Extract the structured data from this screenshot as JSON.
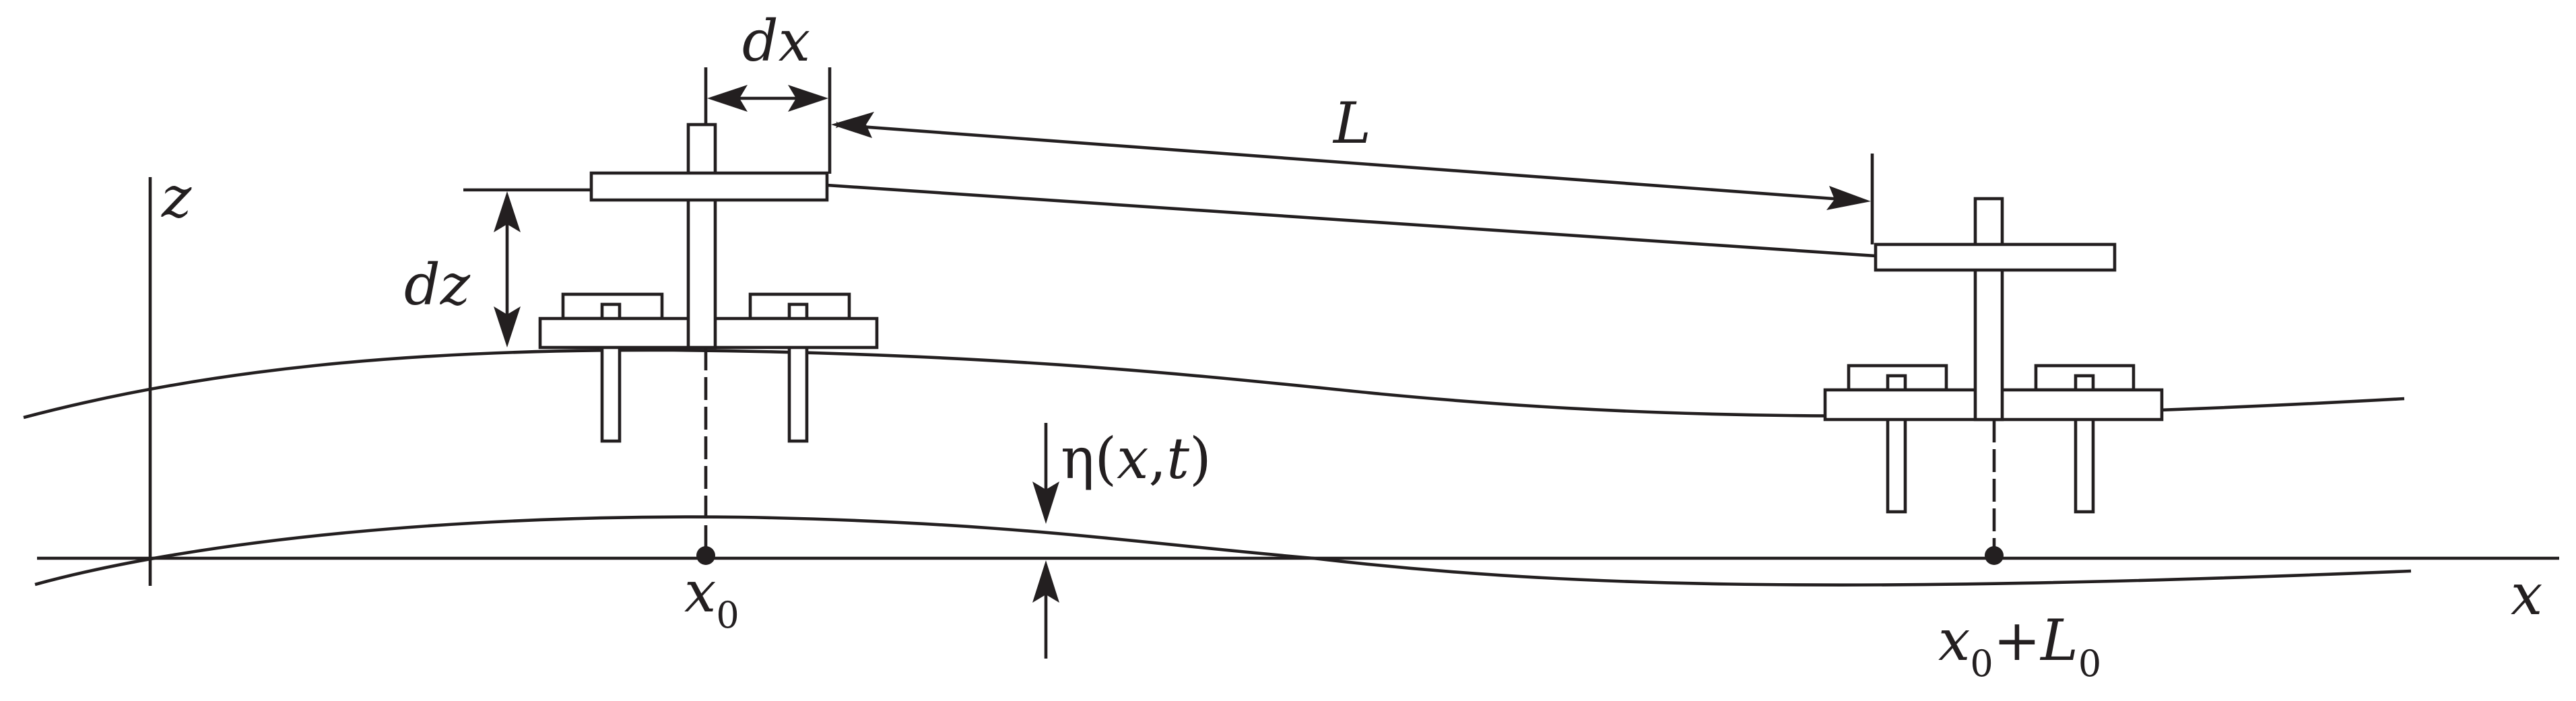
{
  "labels": {
    "z_axis": "z",
    "x_axis": "x",
    "dx": "dx",
    "dz": "dz",
    "L": "L",
    "eta_symbol": "η",
    "eta_open": "(",
    "eta_x": "x",
    "eta_comma": ",",
    "eta_t": "t",
    "eta_close": ")",
    "x0_base": "x",
    "x0_sub": "0",
    "xL_base": "x",
    "xL_sub": "0",
    "xL_plus": "+",
    "xL_L": "L",
    "xL_L_sub": "0"
  },
  "colors": {
    "ink": "#231f20",
    "background": "#ffffff"
  }
}
